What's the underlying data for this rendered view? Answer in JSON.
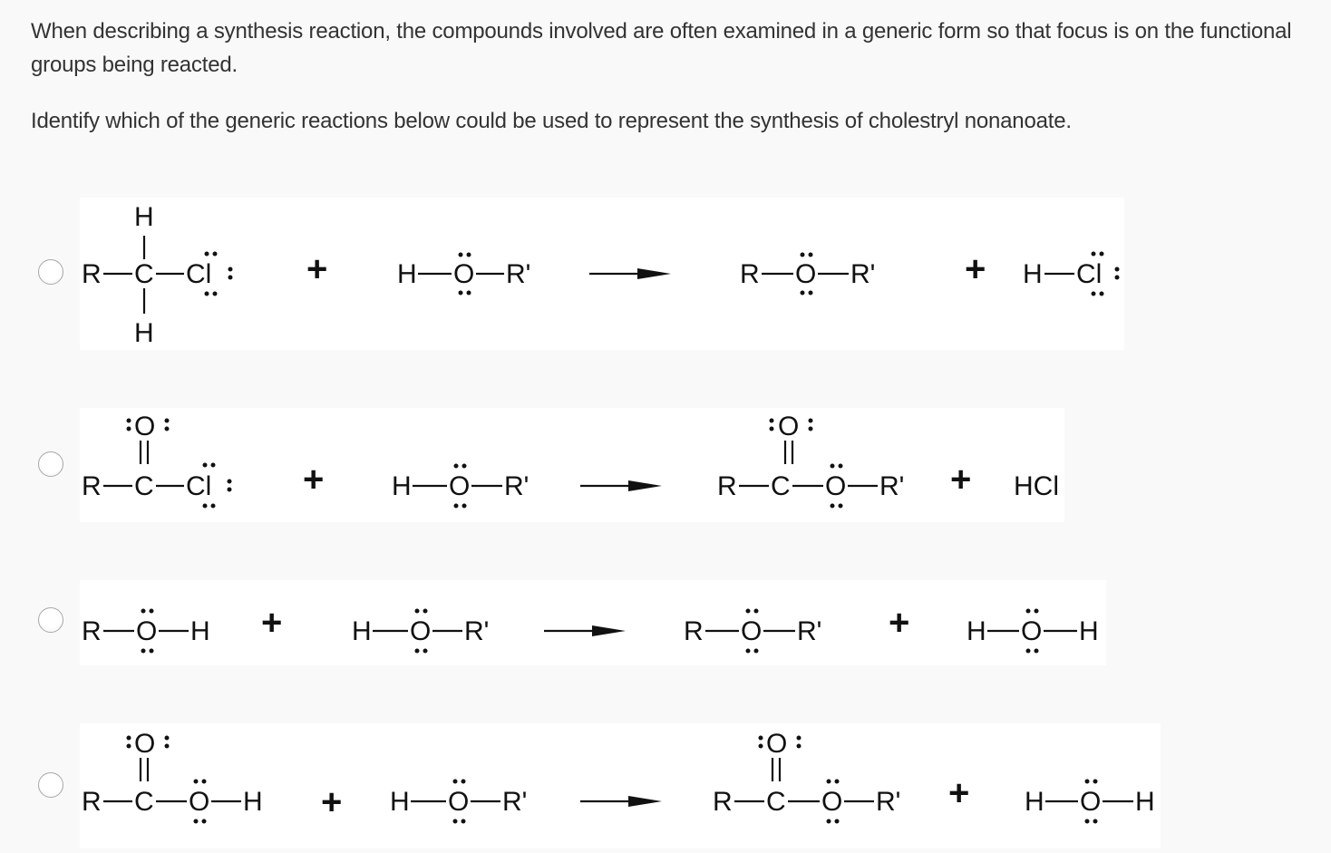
{
  "question": {
    "paragraph_1": "When describing a synthesis reaction, the compounds involved are often examined in a generic form so that focus is on the functional groups being reacted.",
    "paragraph_2": "Identify which of the generic reactions below could be used to represent the synthesis of cholestryl nonanoate."
  },
  "options": [
    {
      "selected": false,
      "reactants": [
        "R-CH2-Cl (alkyl chloride)",
        "H-O-R' (alcohol)"
      ],
      "products": [
        "R-O-R' (ether)",
        "H-Cl"
      ],
      "equation": "RCH2Cl + HOR' → ROR' + HCl",
      "labels": {
        "r": "R",
        "c": "C",
        "h": "H",
        "cl": "Cl",
        "o": "O",
        "rp": "R'",
        "plus": "+",
        "hcl_h": "H",
        "hcl_cl": "Cl"
      }
    },
    {
      "selected": false,
      "reactants": [
        "R-C(=O)-Cl (acyl chloride)",
        "H-O-R' (alcohol)"
      ],
      "products": [
        "R-C(=O)-O-R' (ester)",
        "HCl"
      ],
      "equation": "RCOCl + HOR' → RCOOR' + HCl",
      "labels": {
        "r": "R",
        "c": "C",
        "o": "O",
        "cl": "Cl",
        "h": "H",
        "rp": "R'",
        "plus": "+",
        "hcl": "HCl"
      }
    },
    {
      "selected": false,
      "reactants": [
        "R-O-H (alcohol)",
        "H-O-R' (alcohol)"
      ],
      "products": [
        "R-O-R' (ether)",
        "H-O-H (water)"
      ],
      "equation": "ROH + HOR' → ROR' + H2O",
      "labels": {
        "r": "R",
        "o": "O",
        "h": "H",
        "rp": "R'",
        "plus": "+"
      }
    },
    {
      "selected": false,
      "reactants": [
        "R-C(=O)-O-H (carboxylic acid)",
        "H-O-R' (alcohol)"
      ],
      "products": [
        "R-C(=O)-O-R' (ester)",
        "H-O-H (water)"
      ],
      "equation": "RCOOH + HOR' → RCOOR' + H2O",
      "labels": {
        "r": "R",
        "c": "C",
        "o": "O",
        "h": "H",
        "rp": "R'",
        "plus": "+"
      }
    }
  ],
  "colors": {
    "page_background": "#f9f9f9",
    "image_background": "#ffffff",
    "text": "#333333",
    "structure_ink": "#111111",
    "radio_border": "#a8a8a8"
  }
}
